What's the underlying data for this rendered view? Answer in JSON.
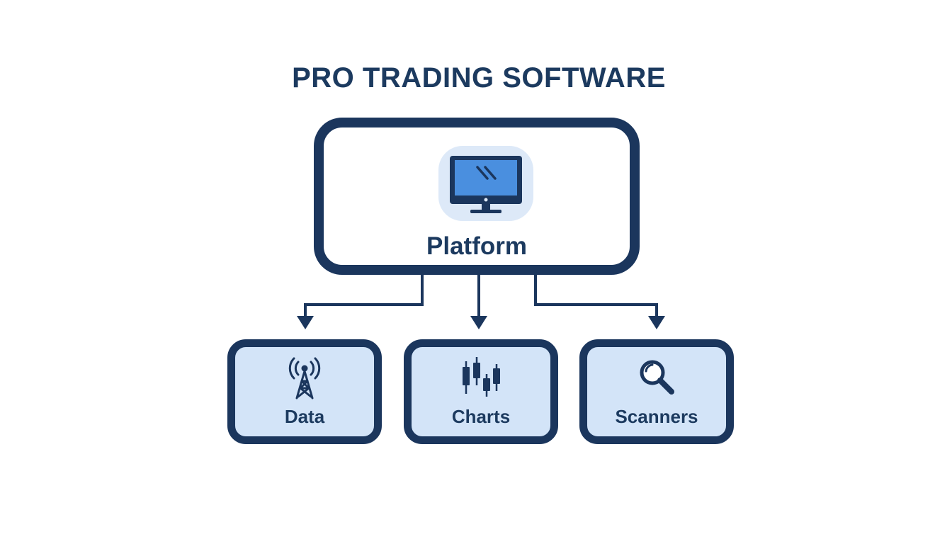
{
  "title": "PRO TRADING SOFTWARE",
  "colors": {
    "outline": "#1b365d",
    "text": "#1c3a5f",
    "child_fill": "#d3e4f8",
    "icon_tile": "#dde9f8",
    "screen_blue": "#4a8fdf"
  },
  "platform": {
    "label": "Platform",
    "icon": "monitor-icon"
  },
  "children": [
    {
      "label": "Data",
      "icon": "antenna-tower-icon"
    },
    {
      "label": "Charts",
      "icon": "candlestick-icon"
    },
    {
      "label": "Scanners",
      "icon": "magnifier-icon"
    }
  ]
}
